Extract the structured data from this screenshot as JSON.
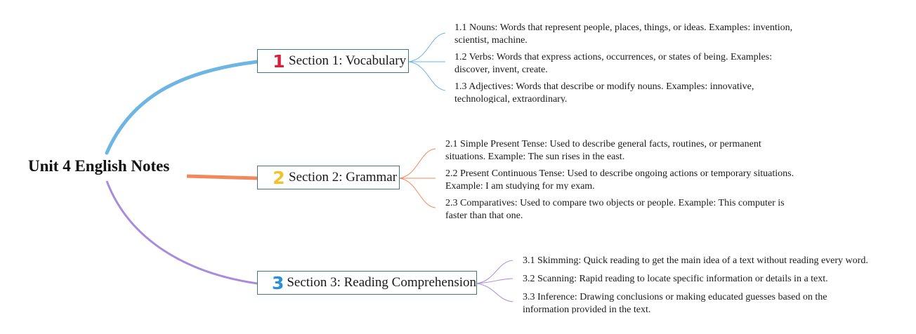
{
  "root": {
    "title": "Unit 4 English Notes"
  },
  "sections": [
    {
      "number": "1",
      "label": "Section 1: Vocabulary",
      "color": "#6db5e3",
      "number_color": "#d4213d",
      "items": [
        "1.1 Nouns: Words that represent people, places, things, or ideas. Examples: invention, scientist, machine.",
        "1.2 Verbs: Words that express actions, occurrences, or states of being. Examples: discover, invent, create.",
        "1.3 Adjectives: Words that describe or modify nouns. Examples: innovative, technological, extraordinary."
      ]
    },
    {
      "number": "2",
      "label": "Section 2: Grammar",
      "color": "#f08a5d",
      "number_color": "#f2c22e",
      "items": [
        "2.1 Simple Present Tense: Used to describe general facts, routines, or permanent situations. Example: The sun rises in the east.",
        "2.2 Present Continuous Tense: Used to describe ongoing actions or temporary situations. Example: I am studying for my exam.",
        "2.3 Comparatives: Used to compare two objects or people. Example: This computer is faster than that one."
      ]
    },
    {
      "number": "3",
      "label": "Section 3: Reading Comprehension",
      "color": "#a98bdd",
      "number_color": "#2b8fd6",
      "items": [
        "3.1 Skimming: Quick reading to get the main idea of a text without reading every word.",
        "3.2 Scanning: Rapid reading to locate specific information or details in a text.",
        "3.3 Inference: Drawing conclusions or making educated guesses based on the information provided in the text."
      ]
    }
  ]
}
